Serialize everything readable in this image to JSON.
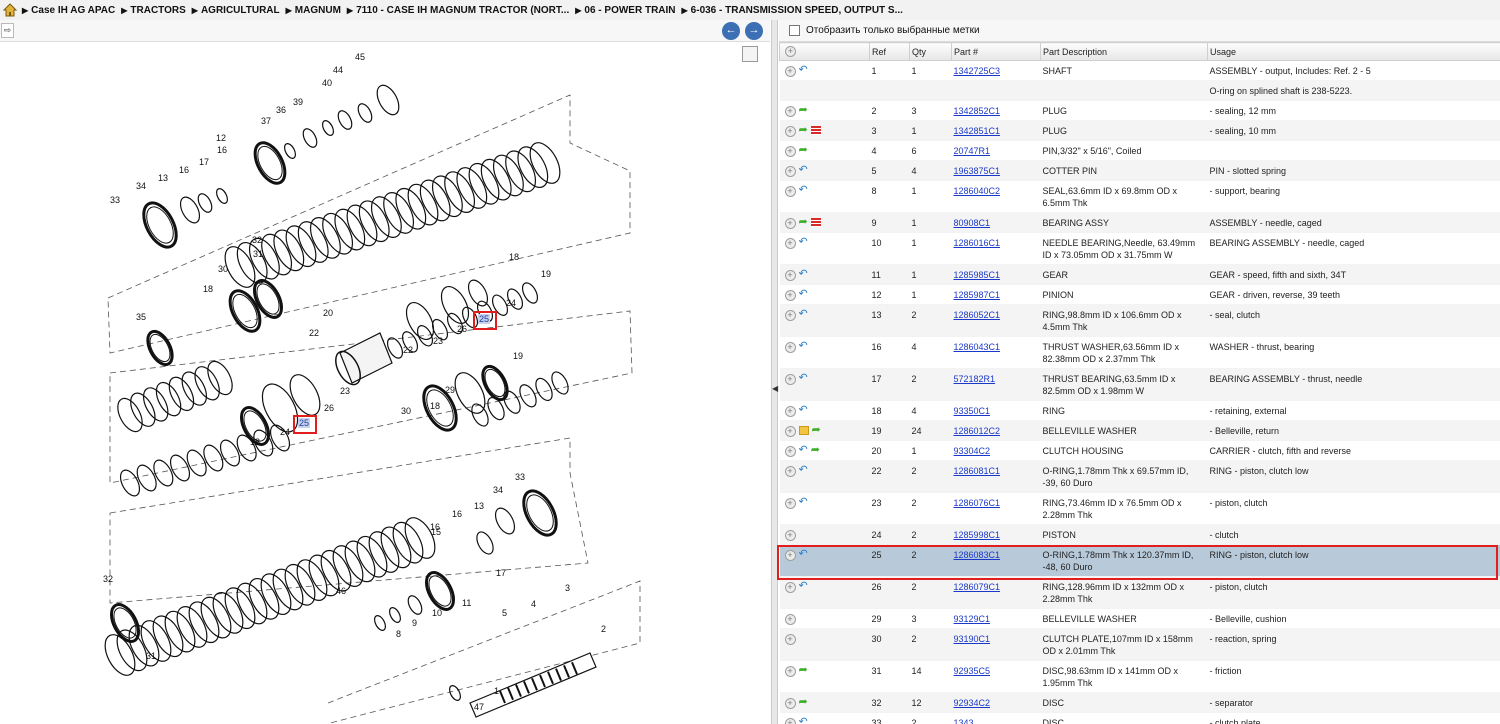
{
  "breadcrumb": [
    "Case IH AG APAC",
    "TRACTORS",
    "AGRICULTURAL",
    "MAGNUM",
    "7110 - CASE IH MAGNUM TRACTOR (NORT...",
    "06 - POWER TRAIN",
    "6-036 - TRANSMISSION SPEED, OUTPUT S..."
  ],
  "filter": {
    "label": "Отобразить только выбранные метки"
  },
  "table": {
    "headers": [
      "Ref",
      "Qty",
      "Part #",
      "Part Description",
      "Usage"
    ],
    "rows": [
      {
        "ref": "1",
        "qty": "1",
        "part": "1342725C3",
        "desc": "SHAFT",
        "usage": "ASSEMBLY - output, Includes: Ref. 2 - 5",
        "icons": [
          "back"
        ]
      },
      {
        "ref": "",
        "qty": "",
        "part": "",
        "desc": "",
        "usage": "O-ring on splined shaft is 238-5223.",
        "icons": [],
        "noplus": true
      },
      {
        "ref": "2",
        "qty": "3",
        "part": "1342852C1",
        "desc": "PLUG",
        "usage": "- sealing, 12 mm",
        "icons": [
          "fwd"
        ]
      },
      {
        "ref": "3",
        "qty": "1",
        "part": "1342851C1",
        "desc": "PLUG",
        "usage": "- sealing, 10 mm",
        "icons": [
          "fwd",
          "list"
        ]
      },
      {
        "ref": "4",
        "qty": "6",
        "part": "20747R1",
        "desc": "PIN,3/32\" x 5/16\", Coiled",
        "usage": "",
        "icons": [
          "fwd"
        ]
      },
      {
        "ref": "5",
        "qty": "4",
        "part": "1963875C1",
        "desc": "COTTER PIN",
        "usage": "PIN - slotted spring",
        "icons": [
          "back"
        ]
      },
      {
        "ref": "8",
        "qty": "1",
        "part": "1286040C2",
        "desc": "SEAL,63.6mm ID x 69.8mm OD x 6.5mm Thk",
        "usage": "- support, bearing",
        "icons": [
          "back"
        ]
      },
      {
        "ref": "9",
        "qty": "1",
        "part": "80908C1",
        "desc": "BEARING ASSY",
        "usage": "ASSEMBLY - needle, caged",
        "icons": [
          "fwd",
          "list"
        ]
      },
      {
        "ref": "10",
        "qty": "1",
        "part": "1286016C1",
        "desc": "NEEDLE BEARING,Needle, 63.49mm ID x 73.05mm OD x 31.75mm W",
        "usage": "BEARING ASSEMBLY - needle, caged",
        "icons": [
          "back"
        ]
      },
      {
        "ref": "11",
        "qty": "1",
        "part": "1285985C1",
        "desc": "GEAR",
        "usage": "GEAR - speed, fifth and sixth, 34T",
        "icons": [
          "back"
        ]
      },
      {
        "ref": "12",
        "qty": "1",
        "part": "1285987C1",
        "desc": "PINION",
        "usage": "GEAR - driven, reverse, 39 teeth",
        "icons": [
          "back"
        ]
      },
      {
        "ref": "13",
        "qty": "2",
        "part": "1286052C1",
        "desc": "RING,98.8mm ID x 106.6mm OD x 4.5mm Thk",
        "usage": "- seal, clutch",
        "icons": [
          "back"
        ]
      },
      {
        "ref": "16",
        "qty": "4",
        "part": "1286043C1",
        "desc": "THRUST WASHER,63.56mm ID x 82.38mm OD x 2.37mm Thk",
        "usage": "WASHER - thrust, bearing",
        "icons": [
          "back"
        ]
      },
      {
        "ref": "17",
        "qty": "2",
        "part": "572182R1",
        "desc": "THRUST BEARING,63.5mm ID x 82.5mm OD x 1.98mm W",
        "usage": "BEARING ASSEMBLY - thrust, needle",
        "icons": [
          "back"
        ]
      },
      {
        "ref": "18",
        "qty": "4",
        "part": "93350C1",
        "desc": "RING",
        "usage": "- retaining, external",
        "icons": [
          "back"
        ]
      },
      {
        "ref": "19",
        "qty": "24",
        "part": "1286012C2",
        "desc": "BELLEVILLE WASHER",
        "usage": "- Belleville, return",
        "icons": [
          "note",
          "fwd"
        ]
      },
      {
        "ref": "20",
        "qty": "1",
        "part": "93304C2",
        "desc": "CLUTCH HOUSING",
        "usage": "CARRIER - clutch, fifth and reverse",
        "icons": [
          "back",
          "fwd"
        ]
      },
      {
        "ref": "22",
        "qty": "2",
        "part": "1286081C1",
        "desc": "O-RING,1.78mm Thk x 69.57mm ID, -39, 60 Duro",
        "usage": "RING - piston, clutch low",
        "icons": [
          "back"
        ]
      },
      {
        "ref": "23",
        "qty": "2",
        "part": "1286076C1",
        "desc": "RING,73.46mm ID x 76.5mm OD x 2.28mm Thk",
        "usage": "- piston, clutch",
        "icons": [
          "back"
        ]
      },
      {
        "ref": "24",
        "qty": "2",
        "part": "1285998C1",
        "desc": "PISTON",
        "usage": "- clutch",
        "icons": []
      },
      {
        "ref": "25",
        "qty": "2",
        "part": "1286083C1",
        "desc": "O-RING,1.78mm Thk x 120.37mm ID, -48, 60 Duro",
        "usage": "RING - piston, clutch low",
        "icons": [
          "back"
        ],
        "selected": true
      },
      {
        "ref": "26",
        "qty": "2",
        "part": "1286079C1",
        "desc": "RING,128.96mm ID x 132mm OD x 2.28mm Thk",
        "usage": "- piston, clutch",
        "icons": [
          "back"
        ]
      },
      {
        "ref": "29",
        "qty": "3",
        "part": "93129C1",
        "desc": "BELLEVILLE WASHER",
        "usage": "- Belleville, cushion",
        "icons": []
      },
      {
        "ref": "30",
        "qty": "2",
        "part": "93190C1",
        "desc": "CLUTCH PLATE,107mm ID x 158mm OD x 2.01mm Thk",
        "usage": "- reaction, spring",
        "icons": []
      },
      {
        "ref": "31",
        "qty": "14",
        "part": "92935C5",
        "desc": "DISC,98.63mm ID x 141mm OD x 1.95mm Thk",
        "usage": "- friction",
        "icons": [
          "fwd"
        ]
      },
      {
        "ref": "32",
        "qty": "12",
        "part": "92934C2",
        "desc": "DISC",
        "usage": "- separator",
        "icons": [
          "fwd"
        ]
      },
      {
        "ref": "33",
        "qty": "2",
        "part": "1343...",
        "desc": "DISC",
        "usage": "- clutch plate",
        "icons": [
          "back"
        ]
      }
    ]
  },
  "diagram": {
    "callouts": [
      "45",
      "44",
      "40",
      "39",
      "36",
      "37",
      "12",
      "16",
      "17",
      "13",
      "16",
      "34",
      "33",
      "32",
      "31",
      "30",
      "18",
      "35",
      "20",
      "22",
      "22",
      "23",
      "26",
      "25",
      "24",
      "18",
      "19",
      "23",
      "26",
      "25",
      "24",
      "18",
      "29",
      "30",
      "18",
      "19",
      "34",
      "33",
      "16",
      "13",
      "16",
      "17",
      "15",
      "11",
      "46",
      "8",
      "9",
      "10",
      "4",
      "5",
      "3",
      "2",
      "1",
      "47",
      "32",
      "31"
    ],
    "highlight": "25"
  }
}
